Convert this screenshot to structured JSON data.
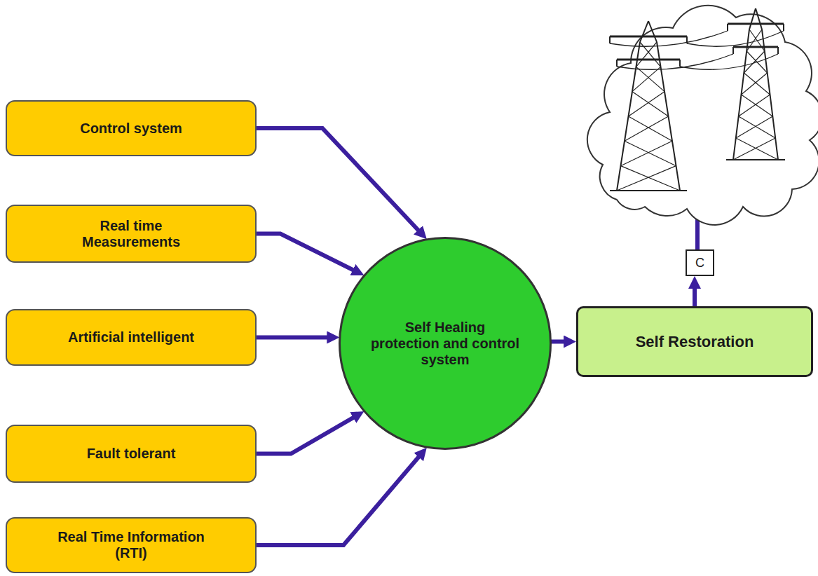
{
  "diagram": {
    "nodes": [
      {
        "text": [
          "Control system"
        ]
      },
      {
        "text": [
          "Real time Measurements"
        ]
      },
      {
        "text": [
          "Artificial intelligent"
        ]
      },
      {
        "text": [
          "Fault tolerant"
        ]
      },
      {
        "text": [
          "Real Time Information (RTI)"
        ]
      },
      {
        "text": [
          "Self Healing protection and control system"
        ]
      },
      {
        "text": [
          "Self Restoration"
        ]
      },
      {
        "text": [
          "C"
        ]
      }
    ],
    "edges": [
      {
        "from": 0,
        "to": 5,
        "arrow": "to"
      },
      {
        "from": 1,
        "to": 5,
        "arrow": "to"
      },
      {
        "from": 2,
        "to": 5,
        "arrow": "to"
      },
      {
        "from": 3,
        "to": 5,
        "arrow": "to"
      },
      {
        "from": 4,
        "to": 5,
        "arrow": "to"
      },
      {
        "from": 5,
        "to": 6,
        "arrow": "to"
      },
      {
        "from": 6,
        "to": 7,
        "arrow": "to"
      }
    ]
  }
}
